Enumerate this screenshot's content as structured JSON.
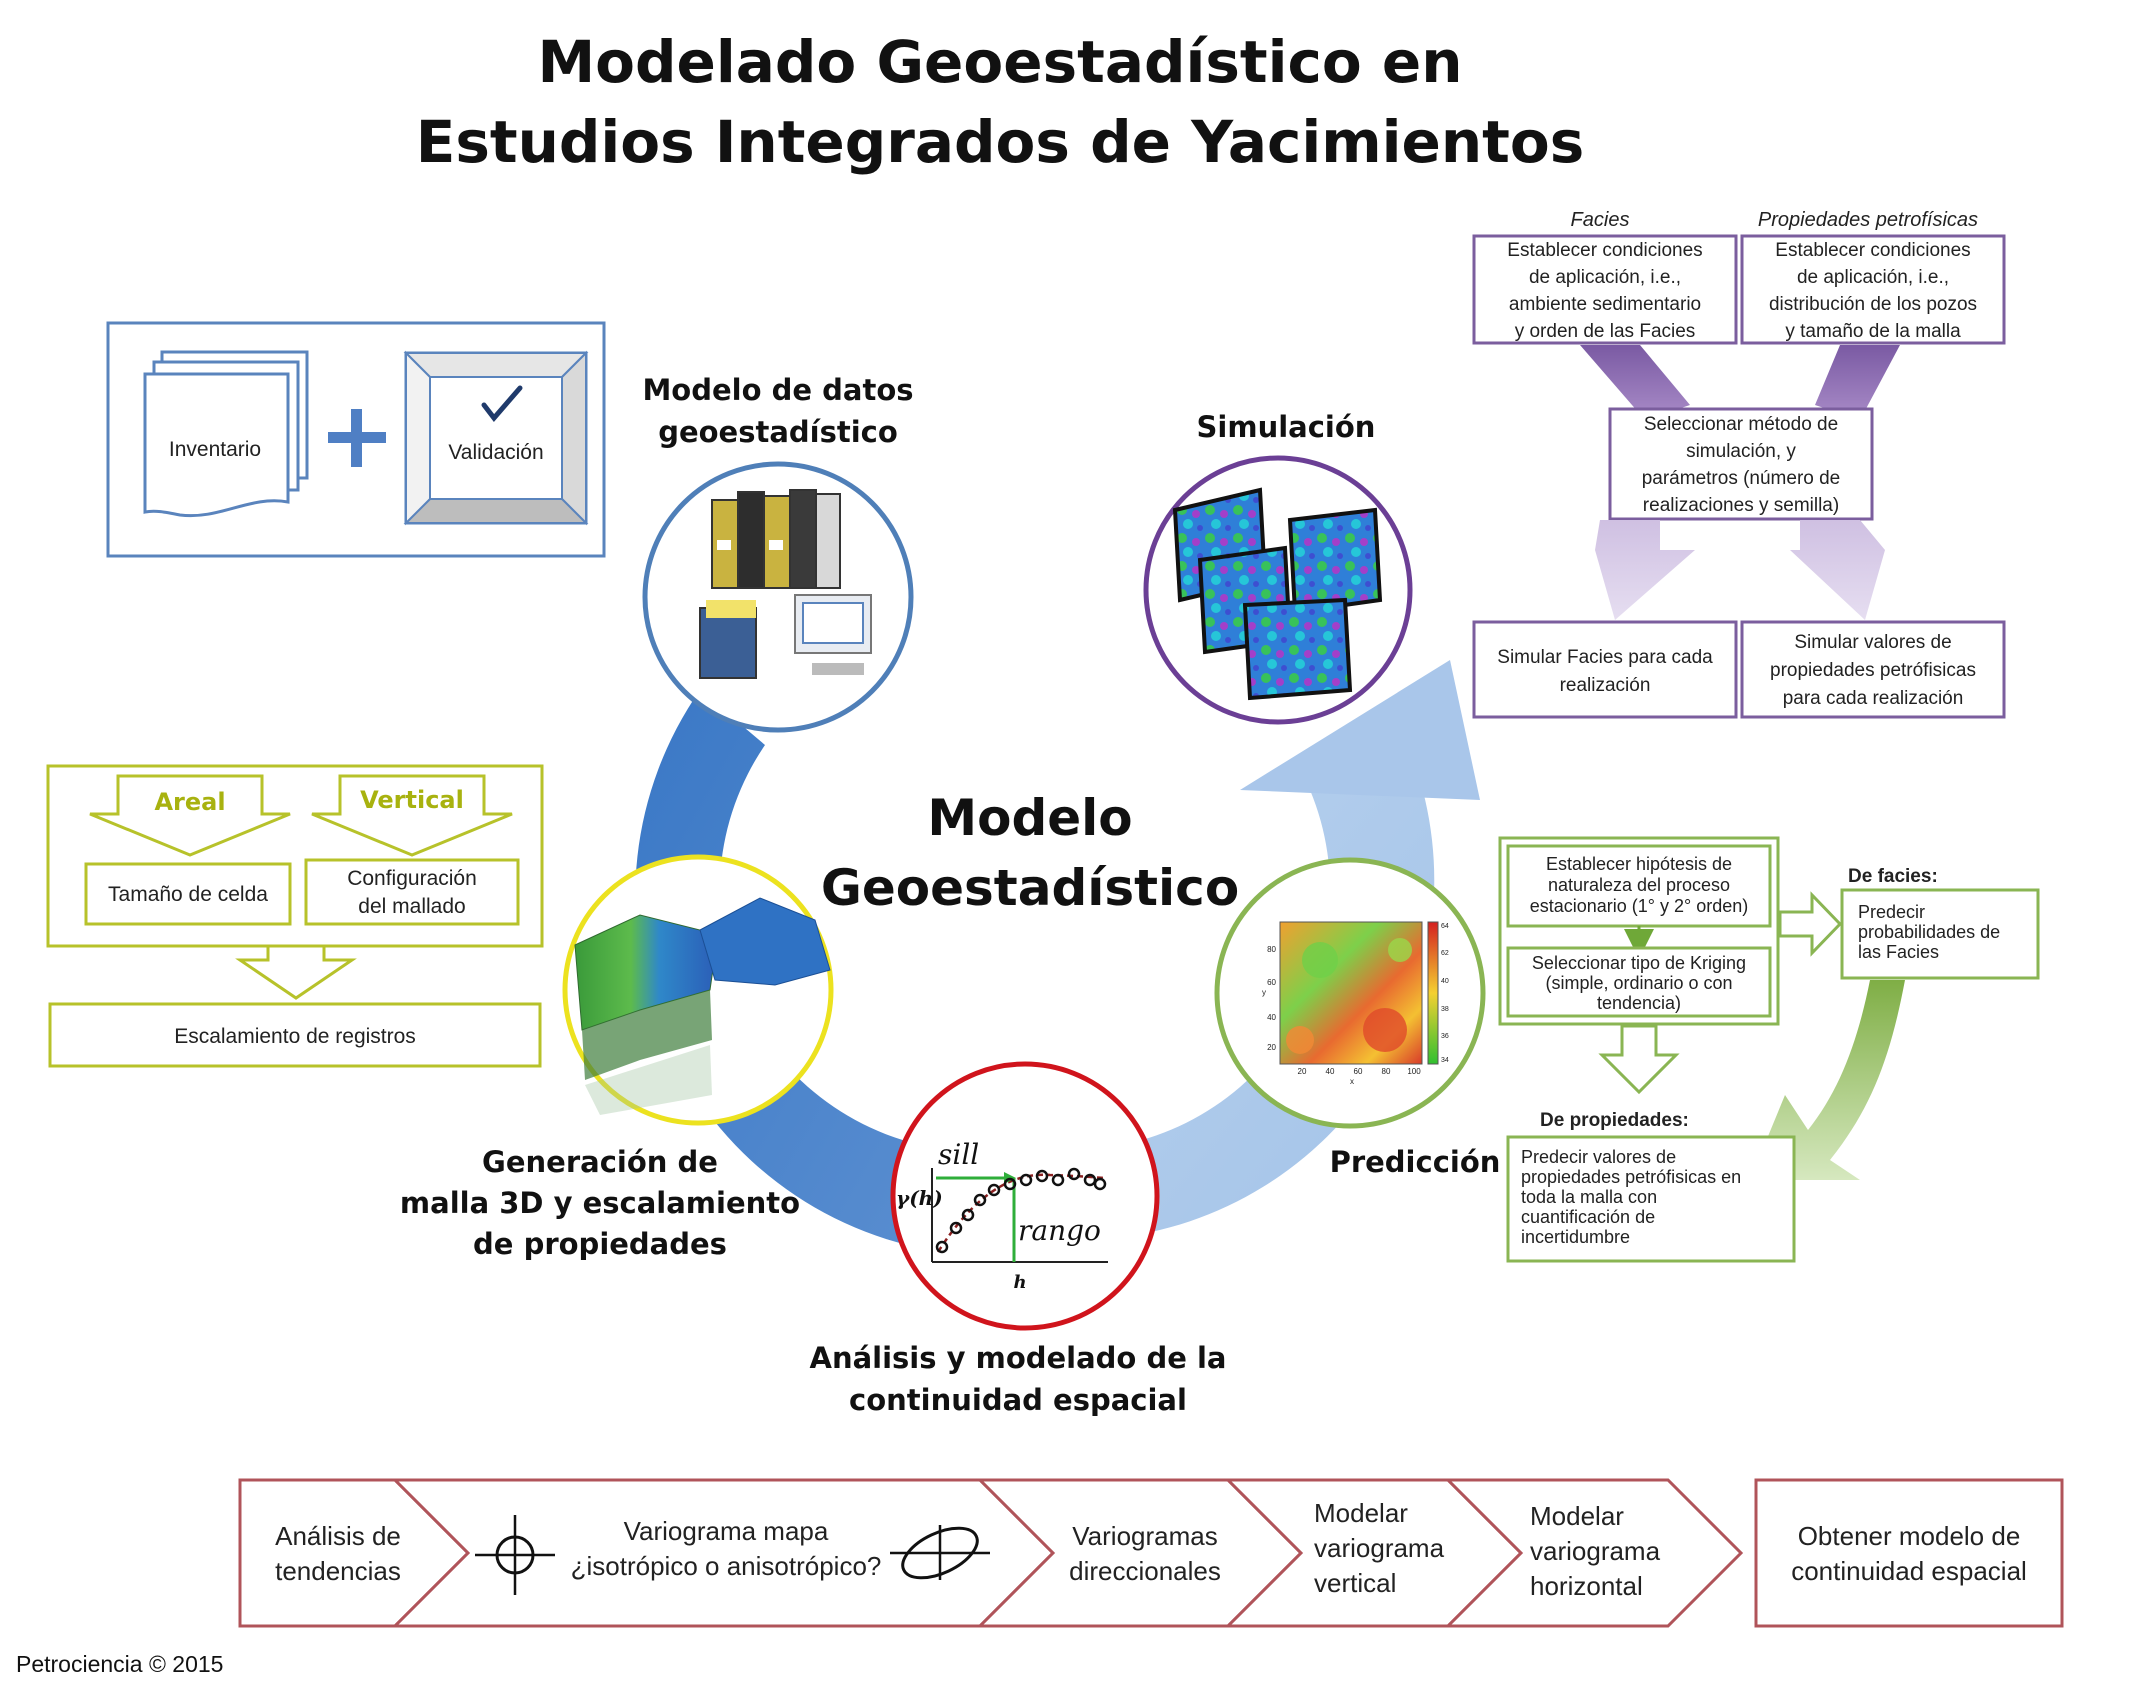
{
  "title": {
    "line1": "Modelado Geoestadístico en",
    "line2": "Estudios Integrados de Yacimientos"
  },
  "center": {
    "line1": "Modelo",
    "line2": "Geoestadístico"
  },
  "stages": {
    "datos": {
      "line1": "Modelo de datos",
      "line2": "geoestadístico"
    },
    "simulacion": {
      "line1": "Simulación"
    },
    "prediccion": {
      "line1": "Predicción"
    },
    "continuidad": {
      "line1": "Análisis y modelado de la",
      "line2": "continuidad espacial"
    },
    "malla": {
      "line1": "Generación de",
      "line2": "malla 3D y escalamiento",
      "line3": "de propiedades"
    }
  },
  "inventory_panel": {
    "inventario": "Inventario",
    "validacion": "Validación"
  },
  "grid_panel": {
    "areal": "Areal",
    "vertical": "Vertical",
    "tamano": "Tamaño de celda",
    "config_line1": "Configuración",
    "config_line2": "del mallado",
    "escalamiento": "Escalamiento de registros"
  },
  "simulation_panel": {
    "facies_header": "Facies",
    "prop_header": "Propiedades petrofísicas",
    "facies_box": [
      "Establecer condiciones",
      "de aplicación, i.e.,",
      "ambiente sedimentario",
      "y orden de las Facies"
    ],
    "prop_box": [
      "Establecer condiciones",
      "de aplicación, i.e.,",
      "distribución de los pozos",
      "y tamaño de la malla"
    ],
    "method_box": [
      "Seleccionar método de",
      "simulación, y",
      "parámetros (número de",
      "realizaciones y semilla)"
    ],
    "sim_facies": [
      "Simular Facies para cada",
      "realización"
    ],
    "sim_prop": [
      "Simular valores de",
      "propiedades petrófisicas",
      "para cada realización"
    ]
  },
  "prediction_panel": {
    "hypothesis": [
      "Establecer hipótesis de",
      "naturaleza del proceso",
      "estacionario (1° y 2° orden)"
    ],
    "kriging": [
      "Seleccionar tipo de Kriging",
      "(simple, ordinario o con",
      "tendencia)"
    ],
    "de_facies": "De facies:",
    "facies_pred": [
      "Predecir",
      "probabilidades de",
      "las Facies"
    ],
    "de_propiedades": "De propiedades:",
    "prop_pred": [
      "Predecir valores de",
      "propiedades petrófisicas en",
      "toda la malla con",
      "cuantificación de",
      "incertidumbre"
    ]
  },
  "variogram": {
    "sill": "sill",
    "rango": "rango",
    "gamma": "γ(h)",
    "h": "h",
    "heatmap_ticks_x": [
      "20",
      "40",
      "60",
      "80",
      "100"
    ],
    "heatmap_ticks_y": [
      "20",
      "40",
      "60",
      "80"
    ],
    "heatmap_xlabel": "x",
    "heatmap_ylabel": "y",
    "colorbar_ticks": [
      "64",
      "62",
      "40",
      "38",
      "36",
      "34"
    ]
  },
  "workflow": {
    "step1": [
      "Análisis de",
      "tendencias"
    ],
    "step2": [
      "Variograma mapa",
      "¿isotrópico o anisotrópico?"
    ],
    "step3": [
      "Variogramas",
      "direccionales"
    ],
    "step4": [
      "Modelar",
      "variograma",
      "vertical"
    ],
    "step5": [
      "Modelar",
      "variograma",
      "horizontal"
    ],
    "final": [
      "Obtener modelo de",
      "continuidad espacial"
    ]
  },
  "copyright": "Petrociencia © 2015",
  "colors": {
    "blue_circle": "#4f7fb8",
    "purple": "#7b5e9e",
    "green": "#8ab553",
    "red": "#d0141c",
    "olive": "#b7c22a",
    "panel_blue": "#5a84bd",
    "chevron_border": "#b0545a"
  }
}
